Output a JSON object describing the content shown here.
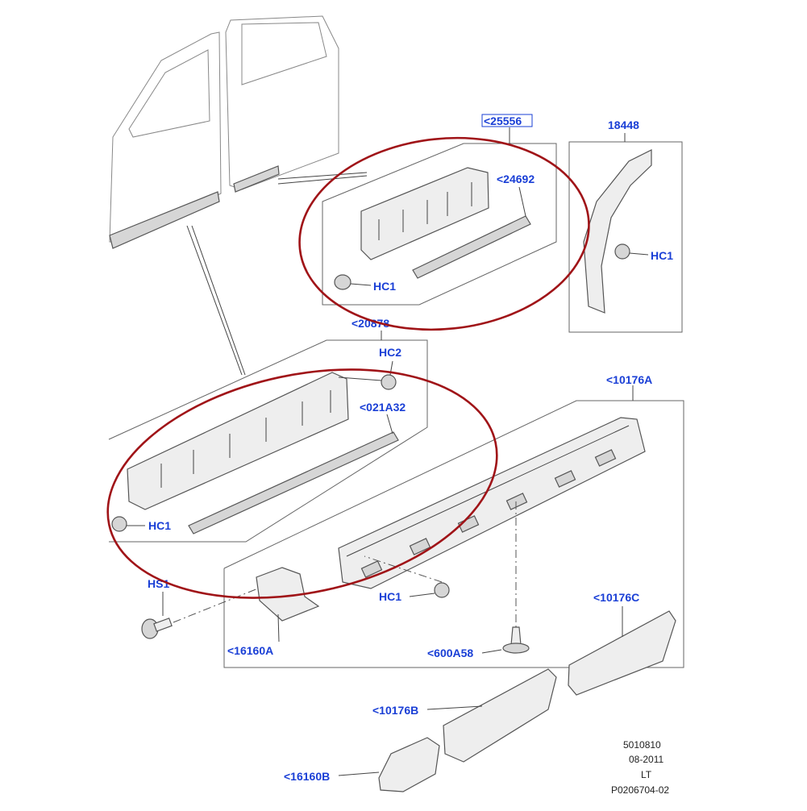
{
  "labels": {
    "l25556": "<25556",
    "l18448": "18448",
    "l24692": "<24692",
    "hc1_a": "HC1",
    "hc1_b": "HC1",
    "l20878": "<20878",
    "hc2": "HC2",
    "l021A32": "<021A32",
    "hc1_c": "HC1",
    "l10176A": "<10176A",
    "hs1": "HS1",
    "hc1_d": "HC1",
    "l16160A": "<16160A",
    "l10176C": "<10176C",
    "l600A58": "<600A58",
    "l10176B": "<10176B",
    "l16160B": "<16160B"
  },
  "reference": {
    "code": "5010810",
    "date": "08-2011",
    "side": "LT",
    "diagram_id": "P0206704-02"
  },
  "colors": {
    "label": "#1a3fd6",
    "highlight_ellipse": "#a01418"
  }
}
